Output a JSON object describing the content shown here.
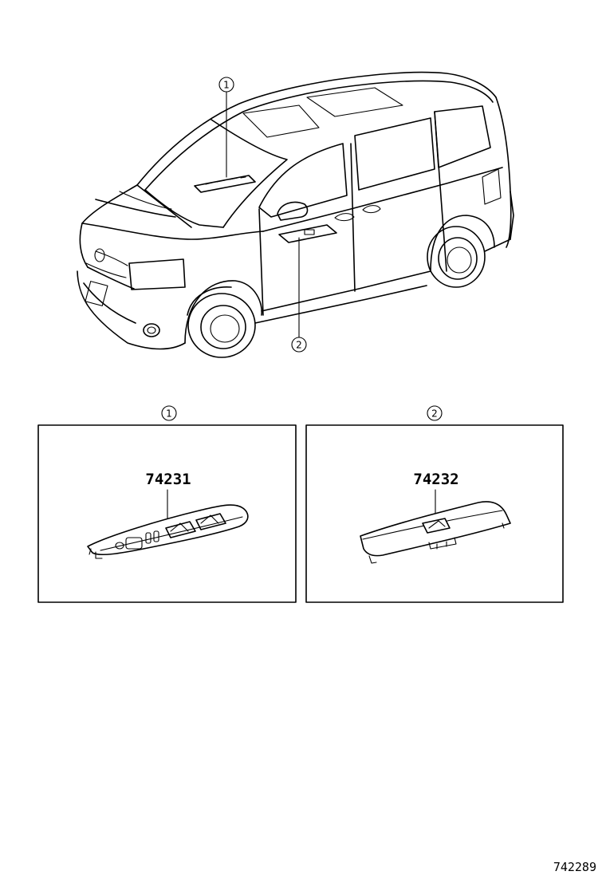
{
  "callouts": [
    {
      "id": "1",
      "label": "1"
    },
    {
      "id": "2",
      "label": "2"
    }
  ],
  "panels": [
    {
      "callout": "1",
      "part_number": "74231"
    },
    {
      "callout": "2",
      "part_number": "74232"
    }
  ],
  "document_number": "742289"
}
